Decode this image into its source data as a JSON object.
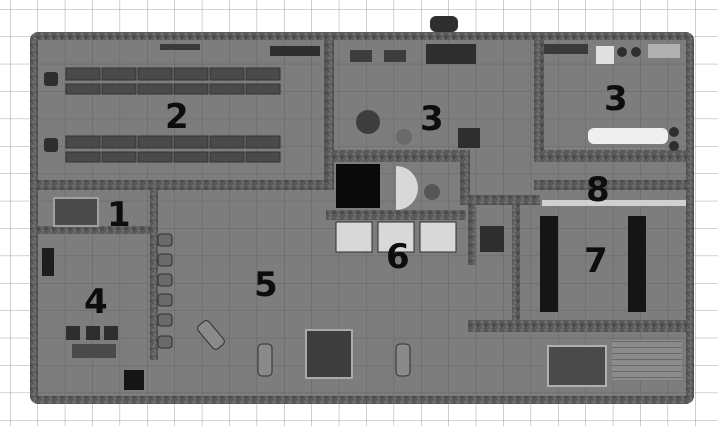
{
  "map": {
    "colors": {
      "background": "#ffffff",
      "grid_outer": "#8a8a8a",
      "floor": "#7d7d7d",
      "floor_grid": "#5f5f5f",
      "stone_wall": "#5a5a5a",
      "furniture_dark": "#3d3d3d",
      "furniture_light": "#b8b8b8",
      "label": "#0d0d0d"
    },
    "room_labels": [
      {
        "key": "r1",
        "text": "1"
      },
      {
        "key": "r2",
        "text": "2"
      },
      {
        "key": "r3a",
        "text": "3"
      },
      {
        "key": "r3b",
        "text": "3"
      },
      {
        "key": "r4",
        "text": "4"
      },
      {
        "key": "r5",
        "text": "5"
      },
      {
        "key": "r6",
        "text": "6"
      },
      {
        "key": "r7",
        "text": "7"
      },
      {
        "key": "r8",
        "text": "8"
      }
    ]
  }
}
